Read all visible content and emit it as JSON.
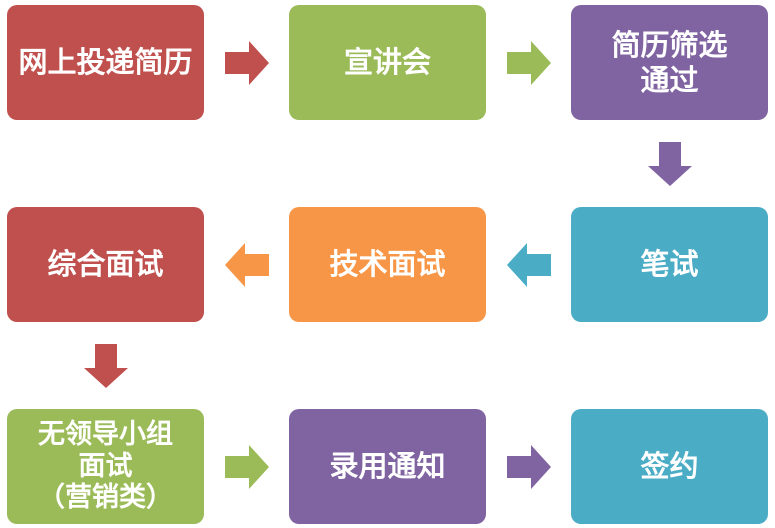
{
  "steps": [
    {
      "id": "online-resume",
      "label": "网上投递简历",
      "color": "#c0504d"
    },
    {
      "id": "presentation",
      "label": "宣讲会",
      "color": "#9bbb59"
    },
    {
      "id": "resume-screen",
      "label": "简历筛选\n通过",
      "color": "#8064a2"
    },
    {
      "id": "written-test",
      "label": "笔试",
      "color": "#4bacc6"
    },
    {
      "id": "technical-interview",
      "label": "技术面试",
      "color": "#f79646"
    },
    {
      "id": "comprehensive-interview",
      "label": "综合面试",
      "color": "#c0504d"
    },
    {
      "id": "leaderless-group",
      "label": "无领导小组\n面试\n（营销类）",
      "color": "#9bbb59"
    },
    {
      "id": "offer-notice",
      "label": "录用通知",
      "color": "#8064a2"
    },
    {
      "id": "contract-signing",
      "label": "签约",
      "color": "#4bacc6"
    }
  ],
  "arrows": [
    {
      "from": "online-resume",
      "to": "presentation",
      "direction": "right",
      "color": "#c0504d"
    },
    {
      "from": "presentation",
      "to": "resume-screen",
      "direction": "right",
      "color": "#9bbb59"
    },
    {
      "from": "resume-screen",
      "to": "written-test",
      "direction": "down",
      "color": "#8064a2"
    },
    {
      "from": "written-test",
      "to": "technical-interview",
      "direction": "left",
      "color": "#4bacc6"
    },
    {
      "from": "technical-interview",
      "to": "comprehensive-interview",
      "direction": "left",
      "color": "#f79646"
    },
    {
      "from": "comprehensive-interview",
      "to": "leaderless-group",
      "direction": "down",
      "color": "#c0504d"
    },
    {
      "from": "leaderless-group",
      "to": "offer-notice",
      "direction": "right",
      "color": "#9bbb59"
    },
    {
      "from": "offer-notice",
      "to": "contract-signing",
      "direction": "right",
      "color": "#8064a2"
    }
  ]
}
